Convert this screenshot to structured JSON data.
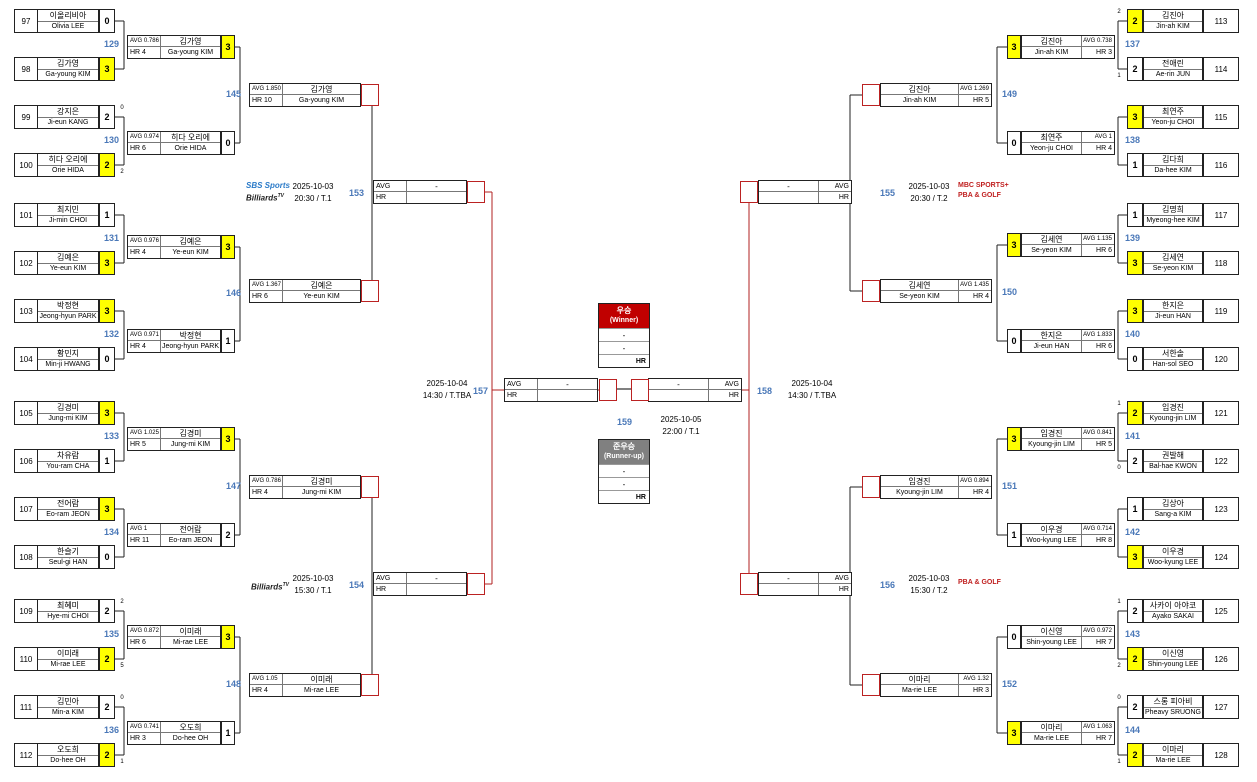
{
  "labels": {
    "avg": "AVG",
    "hr": "HR",
    "dash": "-"
  },
  "round1": [
    {
      "m": "129",
      "p": [
        {
          "seed": "97",
          "ko": "이올리비아",
          "en": "Olivia LEE",
          "score": "0",
          "win": false,
          "set": ""
        },
        {
          "seed": "98",
          "ko": "김가영",
          "en": "Ga-young KIM",
          "score": "3",
          "win": true,
          "set": ""
        }
      ]
    },
    {
      "m": "130",
      "p": [
        {
          "seed": "99",
          "ko": "강지은",
          "en": "Ji-eun KANG",
          "score": "2",
          "win": false,
          "set": "0"
        },
        {
          "seed": "100",
          "ko": "히다 오리에",
          "en": "Orie HIDA",
          "score": "2",
          "win": true,
          "set": "2"
        }
      ]
    },
    {
      "m": "131",
      "p": [
        {
          "seed": "101",
          "ko": "최지민",
          "en": "Ji-min CHOI",
          "score": "1",
          "win": false,
          "set": ""
        },
        {
          "seed": "102",
          "ko": "김예은",
          "en": "Ye-eun KIM",
          "score": "3",
          "win": true,
          "set": ""
        }
      ]
    },
    {
      "m": "132",
      "p": [
        {
          "seed": "103",
          "ko": "박정현",
          "en": "Jeong-hyun PARK",
          "score": "3",
          "win": true,
          "set": ""
        },
        {
          "seed": "104",
          "ko": "황민지",
          "en": "Min-ji HWANG",
          "score": "0",
          "win": false,
          "set": ""
        }
      ]
    },
    {
      "m": "133",
      "p": [
        {
          "seed": "105",
          "ko": "김경미",
          "en": "Jung-mi KIM",
          "score": "3",
          "win": true,
          "set": ""
        },
        {
          "seed": "106",
          "ko": "차유람",
          "en": "You-ram CHA",
          "score": "1",
          "win": false,
          "set": ""
        }
      ]
    },
    {
      "m": "134",
      "p": [
        {
          "seed": "107",
          "ko": "전어람",
          "en": "Eo-ram JEON",
          "score": "3",
          "win": true,
          "set": ""
        },
        {
          "seed": "108",
          "ko": "한슬기",
          "en": "Seul-gi HAN",
          "score": "0",
          "win": false,
          "set": ""
        }
      ]
    },
    {
      "m": "135",
      "p": [
        {
          "seed": "109",
          "ko": "최혜미",
          "en": "Hye-mi CHOI",
          "score": "2",
          "win": false,
          "set": "2"
        },
        {
          "seed": "110",
          "ko": "이미래",
          "en": "Mi-rae LEE",
          "score": "2",
          "win": true,
          "set": "5"
        }
      ]
    },
    {
      "m": "136",
      "p": [
        {
          "seed": "111",
          "ko": "김민아",
          "en": "Min-a KIM",
          "score": "2",
          "win": false,
          "set": "0"
        },
        {
          "seed": "112",
          "ko": "오도희",
          "en": "Do-hee OH",
          "score": "2",
          "win": true,
          "set": "1"
        }
      ]
    },
    {
      "m": "137",
      "p": [
        {
          "seed": "113",
          "ko": "김진아",
          "en": "Jin-ah KIM",
          "score": "2",
          "win": true,
          "set": "2"
        },
        {
          "seed": "114",
          "ko": "전애린",
          "en": "Ae-rin JUN",
          "score": "2",
          "win": false,
          "set": "1"
        }
      ]
    },
    {
      "m": "138",
      "p": [
        {
          "seed": "115",
          "ko": "최연주",
          "en": "Yeon-ju CHOI",
          "score": "3",
          "win": true,
          "set": ""
        },
        {
          "seed": "116",
          "ko": "김다희",
          "en": "Da-hee KIM",
          "score": "1",
          "win": false,
          "set": ""
        }
      ]
    },
    {
      "m": "139",
      "p": [
        {
          "seed": "117",
          "ko": "김명희",
          "en": "Myeong-hee KIM",
          "score": "1",
          "win": false,
          "set": ""
        },
        {
          "seed": "118",
          "ko": "김세연",
          "en": "Se-yeon KIM",
          "score": "3",
          "win": true,
          "set": ""
        }
      ]
    },
    {
      "m": "140",
      "p": [
        {
          "seed": "119",
          "ko": "한지은",
          "en": "Ji-eun HAN",
          "score": "3",
          "win": true,
          "set": ""
        },
        {
          "seed": "120",
          "ko": "서한솔",
          "en": "Han-sol SEO",
          "score": "0",
          "win": false,
          "set": ""
        }
      ]
    },
    {
      "m": "141",
      "p": [
        {
          "seed": "121",
          "ko": "임경진",
          "en": "Kyoung-jin LIM",
          "score": "2",
          "win": true,
          "set": "1"
        },
        {
          "seed": "122",
          "ko": "권발해",
          "en": "Bal-hae KWON",
          "score": "2",
          "win": false,
          "set": "0"
        }
      ]
    },
    {
      "m": "142",
      "p": [
        {
          "seed": "123",
          "ko": "김상아",
          "en": "Sang-a KIM",
          "score": "1",
          "win": false,
          "set": ""
        },
        {
          "seed": "124",
          "ko": "이우경",
          "en": "Woo-kyung LEE",
          "score": "3",
          "win": true,
          "set": ""
        }
      ]
    },
    {
      "m": "143",
      "p": [
        {
          "seed": "125",
          "ko": "사카이 아야코",
          "en": "Ayako SAKAI",
          "score": "2",
          "win": false,
          "set": "1"
        },
        {
          "seed": "126",
          "ko": "이신영",
          "en": "Shin-young LEE",
          "score": "2",
          "win": true,
          "set": "2"
        }
      ]
    },
    {
      "m": "144",
      "p": [
        {
          "seed": "127",
          "ko": "스롱 피아비",
          "en": "Pheavy SRUONG",
          "score": "2",
          "win": false,
          "set": "0"
        },
        {
          "seed": "128",
          "ko": "이마리",
          "en": "Ma-rie LEE",
          "score": "2",
          "win": true,
          "set": "1"
        }
      ]
    }
  ],
  "round2": [
    {
      "m": "145",
      "p": [
        {
          "ko": "김가영",
          "en": "Ga-young KIM",
          "avg": "AVG 0.786",
          "hr": "HR 4",
          "score": "3",
          "win": true
        },
        {
          "ko": "히다 오리에",
          "en": "Orie HIDA",
          "avg": "AVG 0.974",
          "hr": "HR 6",
          "score": "0",
          "win": false
        }
      ]
    },
    {
      "m": "146",
      "p": [
        {
          "ko": "김예은",
          "en": "Ye-eun KIM",
          "avg": "AVG 0.976",
          "hr": "HR 4",
          "score": "3",
          "win": true
        },
        {
          "ko": "박정현",
          "en": "Jeong-hyun PARK",
          "avg": "AVG 0.971",
          "hr": "HR 4",
          "score": "1",
          "win": false
        }
      ]
    },
    {
      "m": "147",
      "p": [
        {
          "ko": "김경미",
          "en": "Jung-mi KIM",
          "avg": "AVG 1.025",
          "hr": "HR 5",
          "score": "3",
          "win": true
        },
        {
          "ko": "전어람",
          "en": "Eo-ram JEON",
          "avg": "AVG 1",
          "hr": "HR 11",
          "score": "2",
          "win": false
        }
      ]
    },
    {
      "m": "148",
      "p": [
        {
          "ko": "이미래",
          "en": "Mi-rae LEE",
          "avg": "AVG 0.872",
          "hr": "HR 6",
          "score": "3",
          "win": true
        },
        {
          "ko": "오도희",
          "en": "Do-hee OH",
          "avg": "AVG 0.741",
          "hr": "HR 3",
          "score": "1",
          "win": false
        }
      ]
    },
    {
      "m": "149",
      "p": [
        {
          "ko": "김진아",
          "en": "Jin-ah KIM",
          "avg": "AVG 0.738",
          "hr": "HR 3",
          "score": "3",
          "win": true
        },
        {
          "ko": "최연주",
          "en": "Yeon-ju CHOI",
          "avg": "AVG 1",
          "hr": "HR 4",
          "score": "0",
          "win": false
        }
      ]
    },
    {
      "m": "150",
      "p": [
        {
          "ko": "김세연",
          "en": "Se-yeon KIM",
          "avg": "AVG 1.135",
          "hr": "HR 6",
          "score": "3",
          "win": true
        },
        {
          "ko": "한지은",
          "en": "Ji-eun HAN",
          "avg": "AVG 1.833",
          "hr": "HR 6",
          "score": "0",
          "win": false
        }
      ]
    },
    {
      "m": "151",
      "p": [
        {
          "ko": "임경진",
          "en": "Kyoung-jin LIM",
          "avg": "AVG 0.841",
          "hr": "HR 5",
          "score": "3",
          "win": true
        },
        {
          "ko": "이우경",
          "en": "Woo-kyung LEE",
          "avg": "AVG 0.714",
          "hr": "HR 8",
          "score": "1",
          "win": false
        }
      ]
    },
    {
      "m": "152",
      "p": [
        {
          "ko": "이신영",
          "en": "Shin-young LEE",
          "avg": "AVG 0.972",
          "hr": "HR 7",
          "score": "0",
          "win": false
        },
        {
          "ko": "이마리",
          "en": "Ma-rie LEE",
          "avg": "AVG 1.063",
          "hr": "HR 7",
          "score": "3",
          "win": true
        }
      ]
    }
  ],
  "round3": [
    {
      "ko": "김가영",
      "en": "Ga-young KIM",
      "avg": "AVG 1.850",
      "hr": "HR 10"
    },
    {
      "ko": "김예은",
      "en": "Ye-eun KIM",
      "avg": "AVG 1.367",
      "hr": "HR 6"
    },
    {
      "ko": "김경미",
      "en": "Jung-mi KIM",
      "avg": "AVG 0.786",
      "hr": "HR 4"
    },
    {
      "ko": "이미래",
      "en": "Mi-rae LEE",
      "avg": "AVG 1.05",
      "hr": "HR 4"
    },
    {
      "ko": "김진아",
      "en": "Jin-ah KIM",
      "avg": "AVG 1.269",
      "hr": "HR 5"
    },
    {
      "ko": "김세연",
      "en": "Se-yeon KIM",
      "avg": "AVG 1.435",
      "hr": "HR 4"
    },
    {
      "ko": "임경진",
      "en": "Kyoung-jin LIM",
      "avg": "AVG 0.894",
      "hr": "HR 4"
    },
    {
      "ko": "이마리",
      "en": "Ma-rie LEE",
      "avg": "AVG 1.32",
      "hr": "HR 3"
    }
  ],
  "qf": [
    {
      "m": "153",
      "date": "2025-10-03",
      "time": "20:30 / T.1",
      "broadcaster": "SBS Sports Billiards TV"
    },
    {
      "m": "154",
      "date": "2025-10-03",
      "time": "15:30 / T.1",
      "broadcaster": "Billiards TV"
    },
    {
      "m": "155",
      "date": "2025-10-03",
      "time": "20:30 / T.2",
      "broadcaster": "MBC SPORTS+ PBA & GOLF"
    },
    {
      "m": "156",
      "date": "2025-10-03",
      "time": "15:30 / T.2",
      "broadcaster": "PBA & GOLF"
    }
  ],
  "sf": [
    {
      "m": "157",
      "date": "2025-10-04",
      "time": "14:30 / T.TBA"
    },
    {
      "m": "158",
      "date": "2025-10-04",
      "time": "14:30 / T.TBA"
    }
  ],
  "final": {
    "m": "159",
    "date": "2025-10-05",
    "time": "22:00 / T.1"
  },
  "winner": {
    "title": "우승",
    "sub": "(Winner)",
    "name": "-",
    "en": "-",
    "hr": "HR",
    "color": "#c00000"
  },
  "runnerup": {
    "title": "준우승",
    "sub": "(Runner-up)",
    "name": "-",
    "en": "-",
    "hr": "HR",
    "color": "#808080"
  },
  "broadcast": {
    "sbs": "SBS Sports",
    "btv": "Billiards",
    "btv_sup": "TV",
    "mbc": "MBC SPORTS+",
    "pba": "PBA & GOLF"
  },
  "colors": {
    "win": "#ffff00",
    "match_no": "#4a78b8",
    "future_border": "#b22222"
  }
}
